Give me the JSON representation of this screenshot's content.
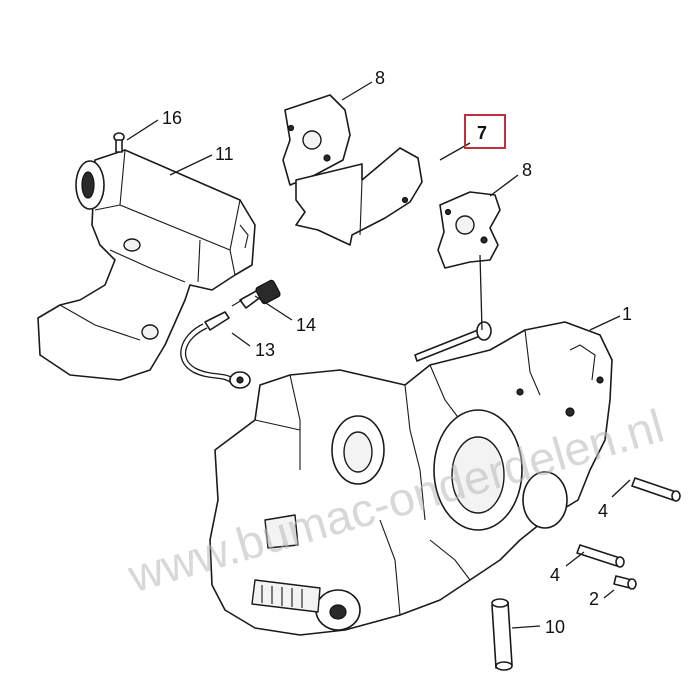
{
  "callouts": [
    {
      "id": "1",
      "label": "1"
    },
    {
      "id": "2",
      "label": "2"
    },
    {
      "id": "4a",
      "label": "4"
    },
    {
      "id": "4b",
      "label": "4"
    },
    {
      "id": "7",
      "label": "7",
      "highlighted": true
    },
    {
      "id": "8a",
      "label": "8"
    },
    {
      "id": "8b",
      "label": "8"
    },
    {
      "id": "10",
      "label": "10"
    },
    {
      "id": "11",
      "label": "11"
    },
    {
      "id": "13",
      "label": "13"
    },
    {
      "id": "14",
      "label": "14"
    },
    {
      "id": "16",
      "label": "16"
    }
  ],
  "watermark": "www.bumac-onderdelen.nl",
  "colors": {
    "line": "#1a1a1a",
    "highlight_box": "#c0303c",
    "watermark": "#b9b9b9"
  }
}
